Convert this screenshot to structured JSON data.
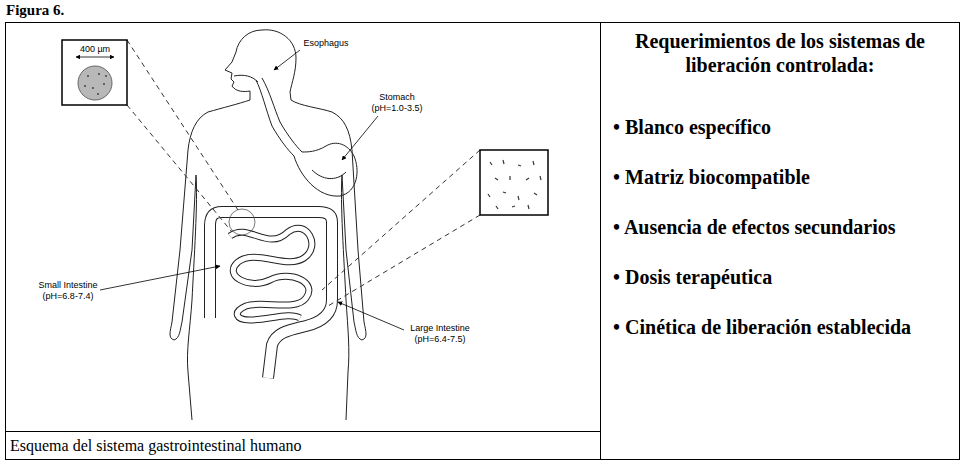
{
  "diagram": {
    "title": "Figura 6.",
    "caption": "Esquema del sistema gastrointestinal humano",
    "nodes": [
      {
        "text": [
          "Requerimientos de los sistemas de liberación controlada:",
          "• Blanco específico",
          "• Matriz biocompatible",
          "• Ausencia de efectos secundarios",
          "• Dosis terapéutica",
          "• Cinética de liberación establecida"
        ]
      }
    ],
    "labels": [
      "400 µm",
      "Esophagus",
      "Stomach (pH=1.0-3.5)",
      "Small Intestine (pH=6.8-7.4)",
      "Large Intestine (pH=6.4-7.5)"
    ]
  }
}
